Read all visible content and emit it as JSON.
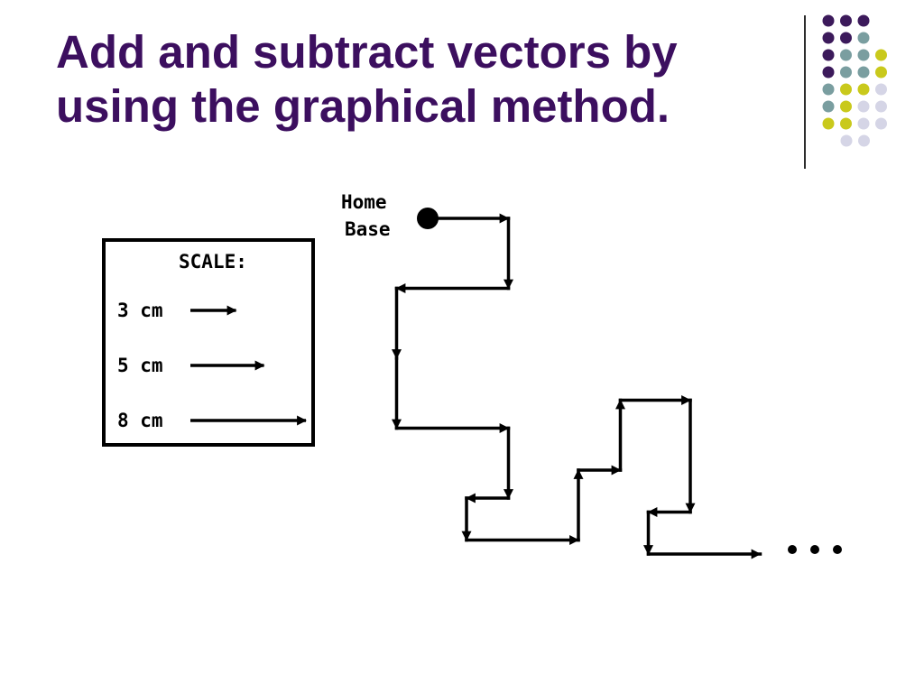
{
  "slide": {
    "title_line_1": "Add and subtract vectors by",
    "title_line_2": "using the graphical method."
  },
  "theme": {
    "title_color": "#3c0f5f",
    "dot_colors": {
      "purple": "#3c1a5b",
      "teal": "#7a9ea0",
      "yellow": "#c9c91c",
      "lavender": "#d5d5e6"
    }
  },
  "diagram": {
    "start_label_line_1": "Home",
    "start_label_line_2": "Base",
    "continuation": "...",
    "scale": {
      "title": "SCALE:",
      "entries": [
        {
          "label": "3 cm",
          "length_cm": 3
        },
        {
          "label": "5 cm",
          "length_cm": 5
        },
        {
          "label": "8 cm",
          "length_cm": 8
        }
      ]
    },
    "path_vectors": [
      {
        "direction": "east",
        "length_cm": 5
      },
      {
        "direction": "south",
        "length_cm": 5
      },
      {
        "direction": "west",
        "length_cm": 8
      },
      {
        "direction": "south",
        "length_cm": 5
      },
      {
        "direction": "south",
        "length_cm": 5
      },
      {
        "direction": "east",
        "length_cm": 8
      },
      {
        "direction": "south",
        "length_cm": 5
      },
      {
        "direction": "west",
        "length_cm": 3
      },
      {
        "direction": "south",
        "length_cm": 3
      },
      {
        "direction": "east",
        "length_cm": 8
      },
      {
        "direction": "north",
        "length_cm": 5
      },
      {
        "direction": "east",
        "length_cm": 3
      },
      {
        "direction": "north",
        "length_cm": 5
      },
      {
        "direction": "east",
        "length_cm": 5
      },
      {
        "direction": "south",
        "length_cm": 8
      },
      {
        "direction": "west",
        "length_cm": 3
      },
      {
        "direction": "south",
        "length_cm": 3
      },
      {
        "direction": "east",
        "length_cm": 8
      }
    ]
  }
}
